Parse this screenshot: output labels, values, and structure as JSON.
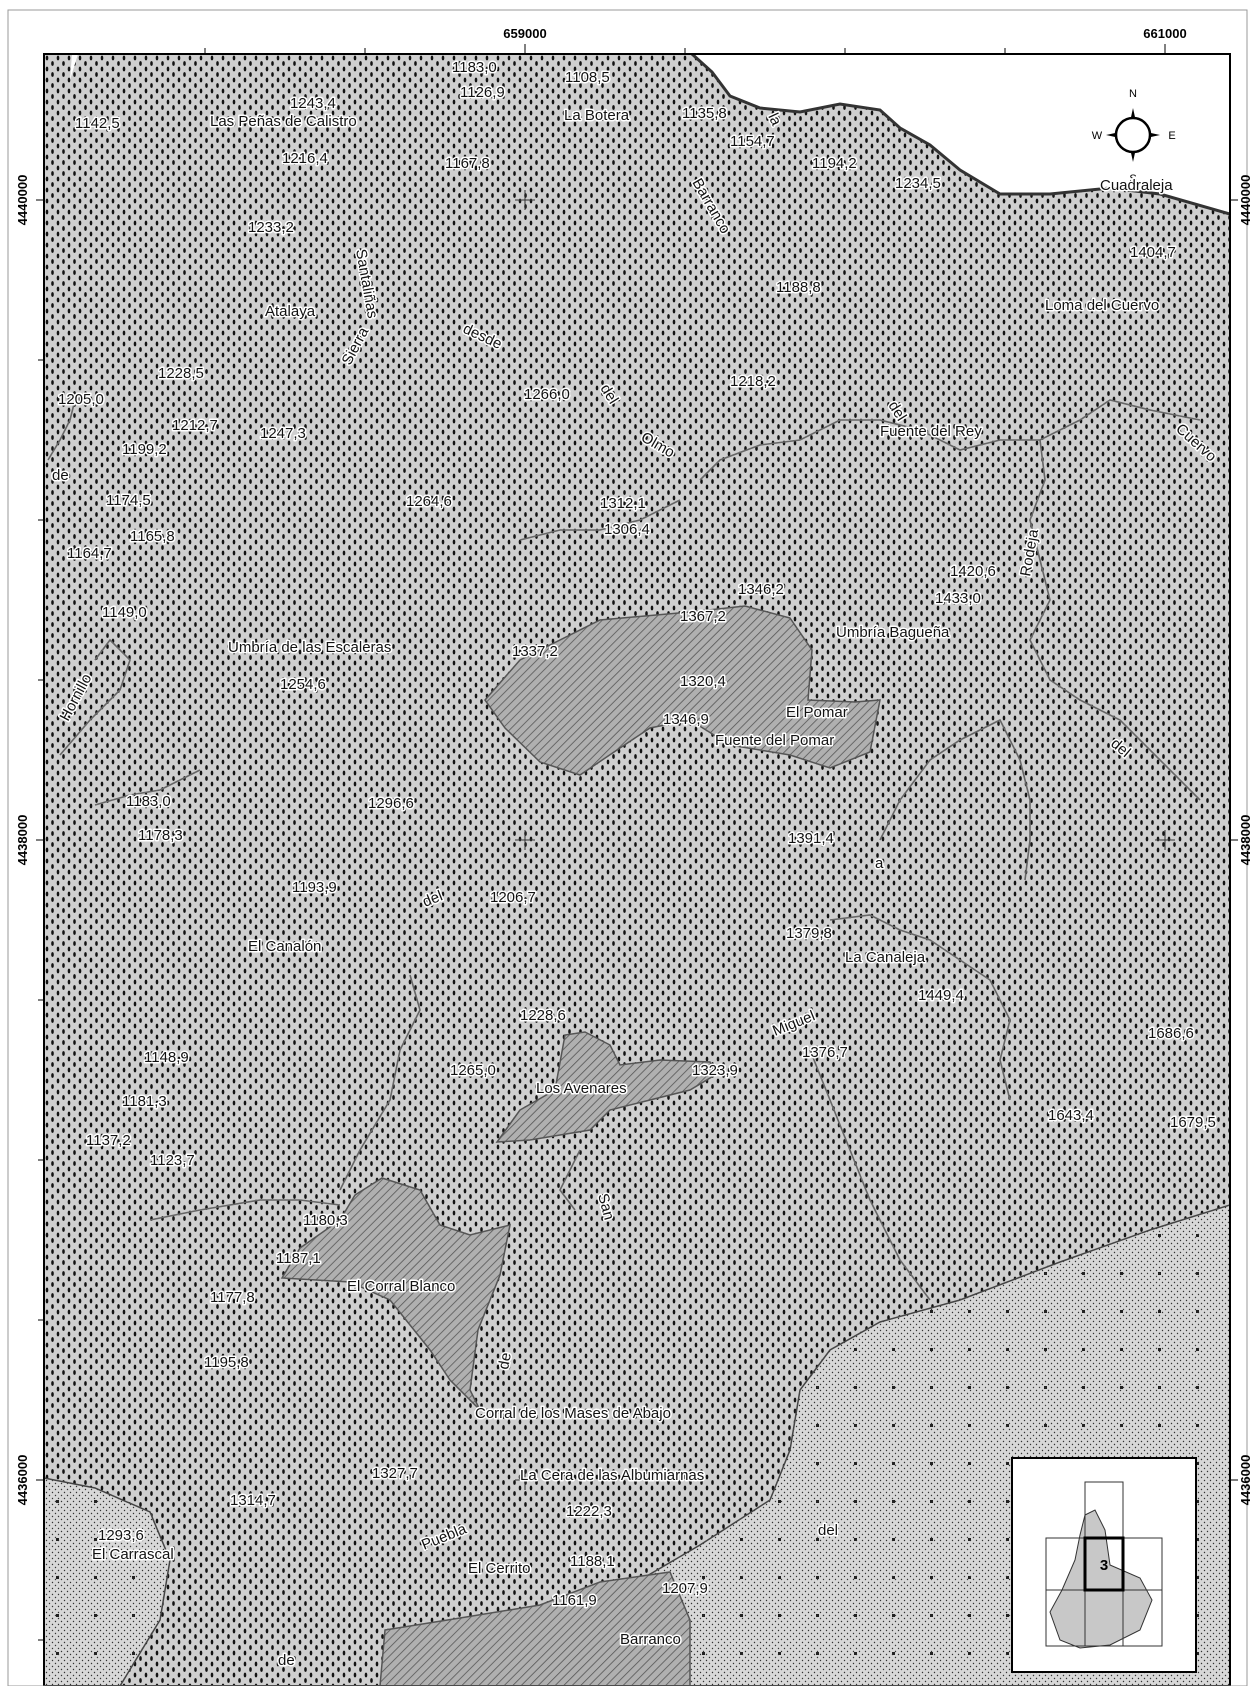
{
  "easting_ticks": [
    "659000",
    "661000"
  ],
  "northing_ticks": [
    "4440000",
    "4438000",
    "4436000"
  ],
  "compass": {
    "n": "N",
    "s": "S",
    "e": "E",
    "w": "W"
  },
  "inset_label": "3",
  "place_names": [
    "Las Peñas de Calistro",
    "La Botera",
    "Cuadraleja",
    "Loma del Cuervo",
    "Atalaya",
    "Sierra",
    "Santaliñas",
    "desde",
    "del",
    "Olmo",
    "Barranco",
    "la",
    "Fuente del Rey",
    "Cuervo",
    "del",
    "de",
    "Umbría de las Escaleras",
    "Hornillo",
    "Umbría Bagueña",
    "Rodeja",
    "El Pomar",
    "Fuente del Pomar",
    "del",
    "a",
    "del",
    "El Canalón",
    "La Canaleja",
    "Miguel",
    "Los Avenares",
    "San",
    "El Corral Blanco",
    "de",
    "Corral de los Mases de Abajo",
    "La Cera de las Albumiarnas",
    "Puebla",
    "El Cerrito",
    "El Carrascal",
    "del",
    "Barranco",
    "de"
  ],
  "elevations": [
    "1183,0",
    "1108,5",
    "1126,9",
    "1243,4",
    "1142,5",
    "1135,8",
    "1154,7",
    "1194,2",
    "1216,4",
    "1167,8",
    "1234,5",
    "1233,2",
    "1404,7",
    "1188,8",
    "1228,5",
    "1205,0",
    "1212,7",
    "1199,2",
    "1247,3",
    "1266,0",
    "1218,2",
    "1174,5",
    "1264,6",
    "1312,1",
    "1306,4",
    "1165,8",
    "1164,7",
    "1420,6",
    "1346,2",
    "1433,0",
    "1149,0",
    "1367,2",
    "1337,2",
    "1320,4",
    "1254,6",
    "1346,9",
    "1183,0",
    "1296,6",
    "1178,3",
    "1391,4",
    "1193,9",
    "1206,7",
    "1379,8",
    "1449,4",
    "1228,6",
    "1686,6",
    "1148,9",
    "1265,0",
    "1323,9",
    "1376,7",
    "1181,3",
    "1643,4",
    "1679,5",
    "1137,2",
    "1123,7",
    "1180,3",
    "1187,1",
    "1177,8",
    "1195,8",
    "1327,7",
    "1314,7",
    "1222,3",
    "1293,6",
    "1188,1",
    "1207,9",
    "1161,9"
  ]
}
